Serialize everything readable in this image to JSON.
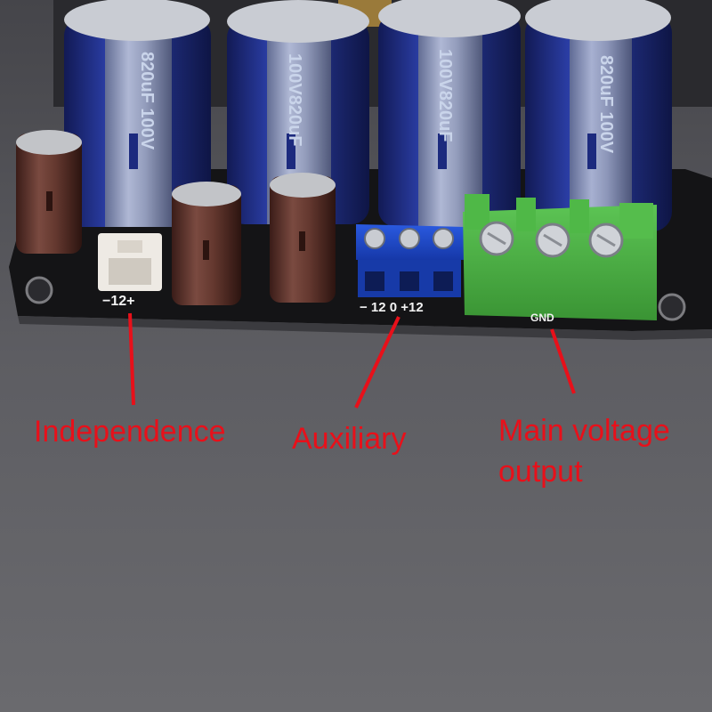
{
  "annotations": {
    "independence": "Independence",
    "auxiliary": "Auxiliary",
    "main_line1": "Main voltage",
    "main_line2": "output"
  },
  "board_silkscreen": {
    "independent_connector": "−12+",
    "auxiliary_terminal": "− 12  0 +12",
    "main_terminal": "GND"
  },
  "capacitor_markings": [
    "820uF 100V",
    "100V820uF",
    "100V820uF",
    "820uF 100V"
  ],
  "colors": {
    "annotation": "#e8101a",
    "pcb": "#141416",
    "capacitor_blue": "#1f2f8c",
    "small_cap_brown": "#5a3028",
    "aux_terminal_blue": "#1a46c4",
    "main_terminal_green": "#4bb043",
    "background": "#5a5a5e"
  }
}
